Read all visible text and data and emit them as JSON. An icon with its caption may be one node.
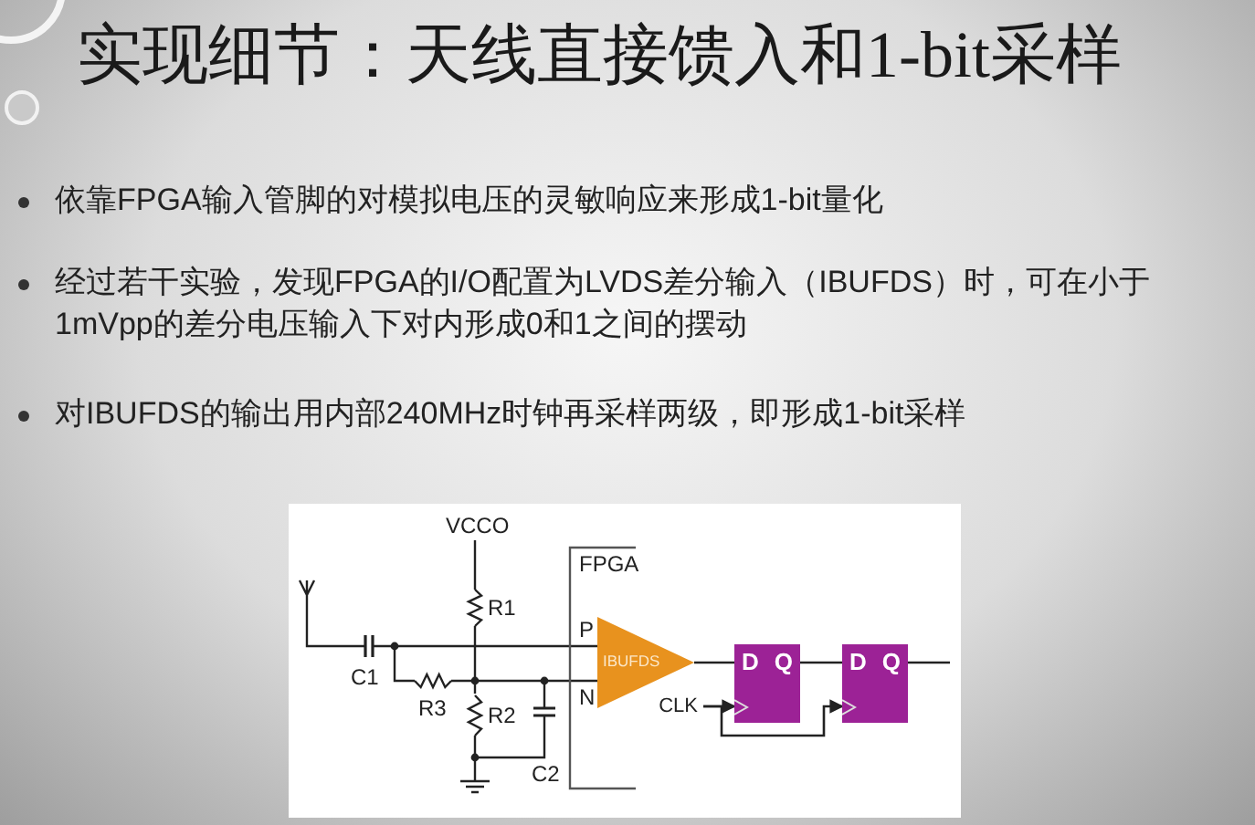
{
  "diagram": {
    "title": "实现细节：天线直接馈入和1-bit采样",
    "nodes": [
      {
        "text": [
          "IBUFDS"
        ]
      },
      {
        "text": [
          "D",
          "Q"
        ]
      },
      {
        "text": [
          "D",
          "Q"
        ]
      },
      {
        "text": [
          "CLK"
        ]
      }
    ],
    "edges": [
      {
        "from": 0,
        "to": 1,
        "arrow": "none"
      },
      {
        "from": 1,
        "to": 2,
        "arrow": "none"
      },
      {
        "from": 2,
        "to": null,
        "arrow": "none"
      },
      {
        "from": 3,
        "to": 1,
        "arrow": "to"
      },
      {
        "from": 3,
        "to": 2,
        "arrow": "to"
      }
    ],
    "labels": [
      "依靠FPGA输入管脚的对模拟电压的灵敏响应来形成1-bit量化",
      "经过若干实验，发现FPGA的I/O配置为LVDS差分输入（IBUFDS）时，可在小于1mVpp的差分电压输入下对内形成0和1之间的摆动",
      "对IBUFDS的输出用内部240MHz时钟再采样两级，即形成1-bit采样",
      "VCCO",
      "FPGA",
      "R1",
      "P",
      "C1",
      "N",
      "R3",
      "R2",
      "C2"
    ]
  }
}
